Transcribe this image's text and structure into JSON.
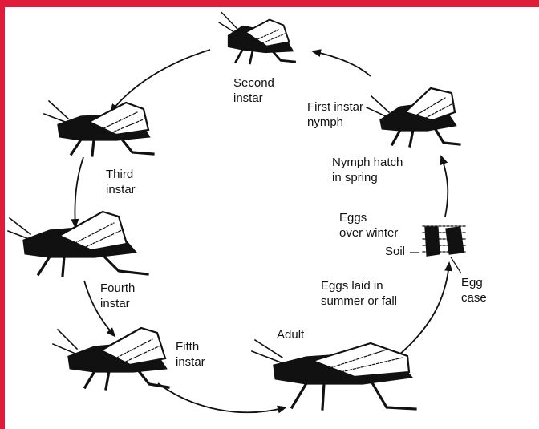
{
  "colors": {
    "frame": "#e01c3b",
    "ink": "#111111"
  },
  "stages": {
    "second_instar": "Second\ninstar",
    "first_instar": "First instar\nnymph",
    "nymph_hatch": "Nymph hatch\nin spring",
    "eggs_winter": "Eggs\nover winter",
    "soil": "Soil",
    "egg_case": "Egg\ncase",
    "eggs_laid": "Eggs laid in\nsummer or fall",
    "adult": "Adult",
    "fifth_instar": "Fifth\ninstar",
    "fourth_instar": "Fourth\ninstar",
    "third_instar": "Third\ninstar"
  },
  "icons": [
    "grasshopper-icon",
    "egg-case-icon"
  ]
}
